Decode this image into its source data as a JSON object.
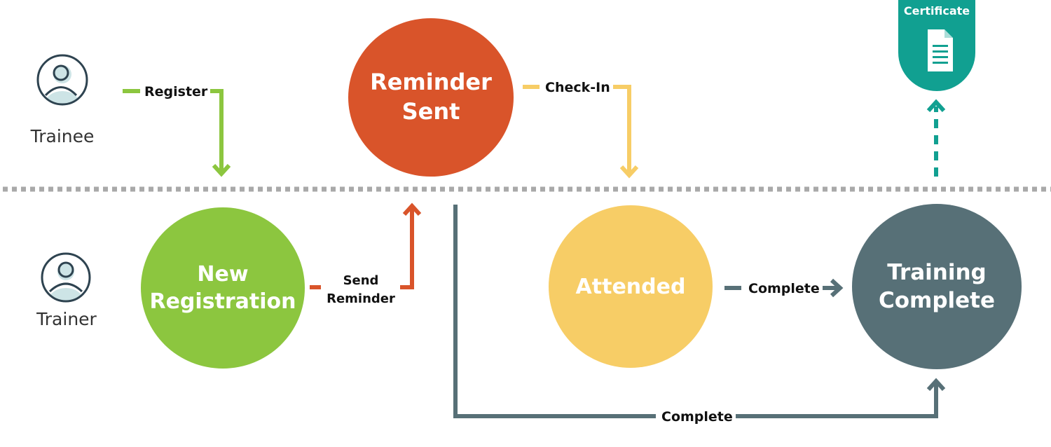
{
  "colors": {
    "green": "#8cc63f",
    "orange": "#d9542a",
    "yellow": "#f7cd66",
    "slate": "#577077",
    "teal": "#11a091",
    "divider": "#a9a9a9",
    "avatar_fill": "#cde4e6",
    "avatar_stroke": "#2e4350"
  },
  "roles": {
    "trainee": {
      "label": "Trainee",
      "icon": "person-icon"
    },
    "trainer": {
      "label": "Trainer",
      "icon": "person-icon"
    }
  },
  "nodes": {
    "new_registration": {
      "label": "New\nRegistration"
    },
    "reminder_sent": {
      "label": "Reminder\nSent"
    },
    "attended": {
      "label": "Attended"
    },
    "training_complete": {
      "label": "Training\nComplete"
    }
  },
  "edges": {
    "register": "Register",
    "send_reminder": "Send\nReminder",
    "check_in": "Check-In",
    "complete_attended": "Complete",
    "complete_direct": "Complete"
  },
  "certificate": {
    "label": "Certificate",
    "icon": "document-icon"
  }
}
